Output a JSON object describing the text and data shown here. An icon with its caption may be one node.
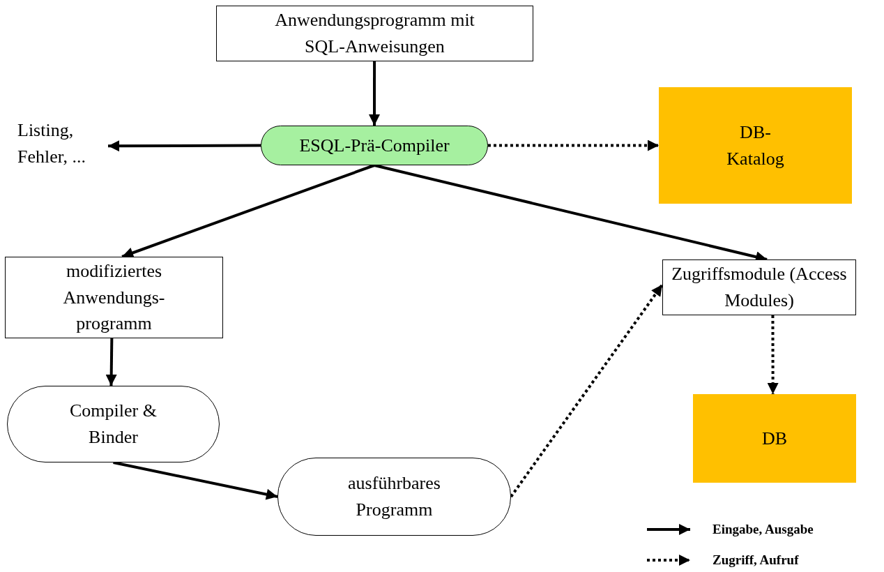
{
  "diagram": {
    "nodes": [
      {
        "text": [
          "Anwendungsprogramm mit SQL-Anweisungen"
        ]
      },
      {
        "text": [
          "ESQL-Prä-Compiler"
        ]
      },
      {
        "text": [
          "Listing, Fehler, ..."
        ]
      },
      {
        "text": [
          "DB- Katalog"
        ]
      },
      {
        "text": [
          "modifiziertes Anwendungs- programm"
        ]
      },
      {
        "text": [
          "Zugriffsmodule (Access Modules)"
        ]
      },
      {
        "text": [
          "Compiler & Binder"
        ]
      },
      {
        "text": [
          "DB"
        ]
      },
      {
        "text": [
          "ausführbares Programm"
        ]
      }
    ],
    "edges": [
      {
        "from": 0,
        "to": 1,
        "arrow": "to"
      },
      {
        "from": 1,
        "to": 2,
        "arrow": "to"
      },
      {
        "from": 1,
        "to": 3,
        "arrow": "to",
        "style": "dashed"
      },
      {
        "from": 1,
        "to": 4,
        "arrow": "to"
      },
      {
        "from": 1,
        "to": 5,
        "arrow": "to"
      },
      {
        "from": 4,
        "to": 6,
        "arrow": "to"
      },
      {
        "from": 6,
        "to": 8,
        "arrow": "to"
      },
      {
        "from": 8,
        "to": 5,
        "arrow": "to",
        "style": "dashed"
      },
      {
        "from": 5,
        "to": 7,
        "arrow": "to",
        "style": "dashed"
      }
    ],
    "legend": [
      {
        "text": "Eingabe, Ausgabe"
      },
      {
        "text": "Zugriff, Aufruf"
      }
    ]
  }
}
